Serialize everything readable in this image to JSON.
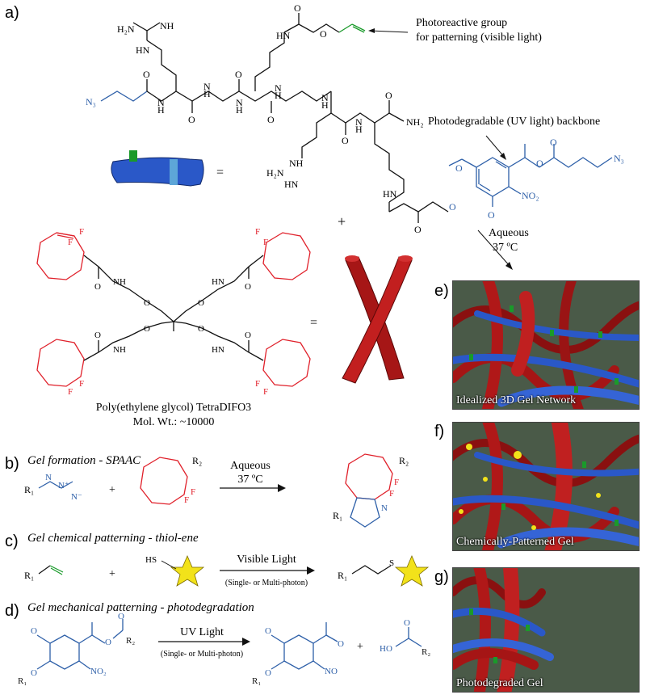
{
  "panel_labels": {
    "a": "a)",
    "b": "b)",
    "c": "c)",
    "d": "d)",
    "e": "e)",
    "f": "f)",
    "g": "g)"
  },
  "annotations": {
    "photoreactive_line1": "Photoreactive group",
    "photoreactive_line2": "for patterning (visible light)",
    "photodegradable": "Photodegradable (UV light) backbone",
    "aqueous": "Aqueous",
    "temp": "37 ºC",
    "peg_name": "Poly(ethylene glycol) TetraDIFO3",
    "peg_mw": "Mol. Wt.: ~10000",
    "plus": "+",
    "equals": "="
  },
  "atoms": {
    "h2n": "H₂N",
    "nh": "NH",
    "hn": "HN",
    "h": "H",
    "n": "N",
    "o": "O",
    "f": "F",
    "nh2": "NH₂",
    "n3": "N₃",
    "no2": "NO₂",
    "no": "NO",
    "sh": "HS",
    "s": "S",
    "ho": "HO",
    "r1": "R₁",
    "r2": "R₂",
    "n_minus": "N⁻",
    "n_plus": "N⁺"
  },
  "reactions": {
    "b_title": "Gel formation - SPAAC",
    "b_cond1": "Aqueous",
    "b_cond2": "37 ºC",
    "c_title": "Gel chemical patterning - thiol-ene",
    "c_cond1": "Visible Light",
    "c_cond2": "(Single- or Multi-photon)",
    "d_title": "Gel mechanical patterning - photodegradation",
    "d_cond1": "UV Light",
    "d_cond2": "(Single- or Multi-photon)"
  },
  "renders": {
    "e_caption": "Idealized 3D Gel Network",
    "f_caption": "Chemically-Patterned Gel",
    "g_caption": "Photodegraded Gel"
  },
  "colors": {
    "black": "#111111",
    "blue": "#2d5fa8",
    "red": "#e0202a",
    "green": "#1a9a2a",
    "star": "#f2e21a",
    "render_bg": "#4a5a48",
    "rod_red": "#b01818",
    "rod_blue": "#2a58c8"
  }
}
